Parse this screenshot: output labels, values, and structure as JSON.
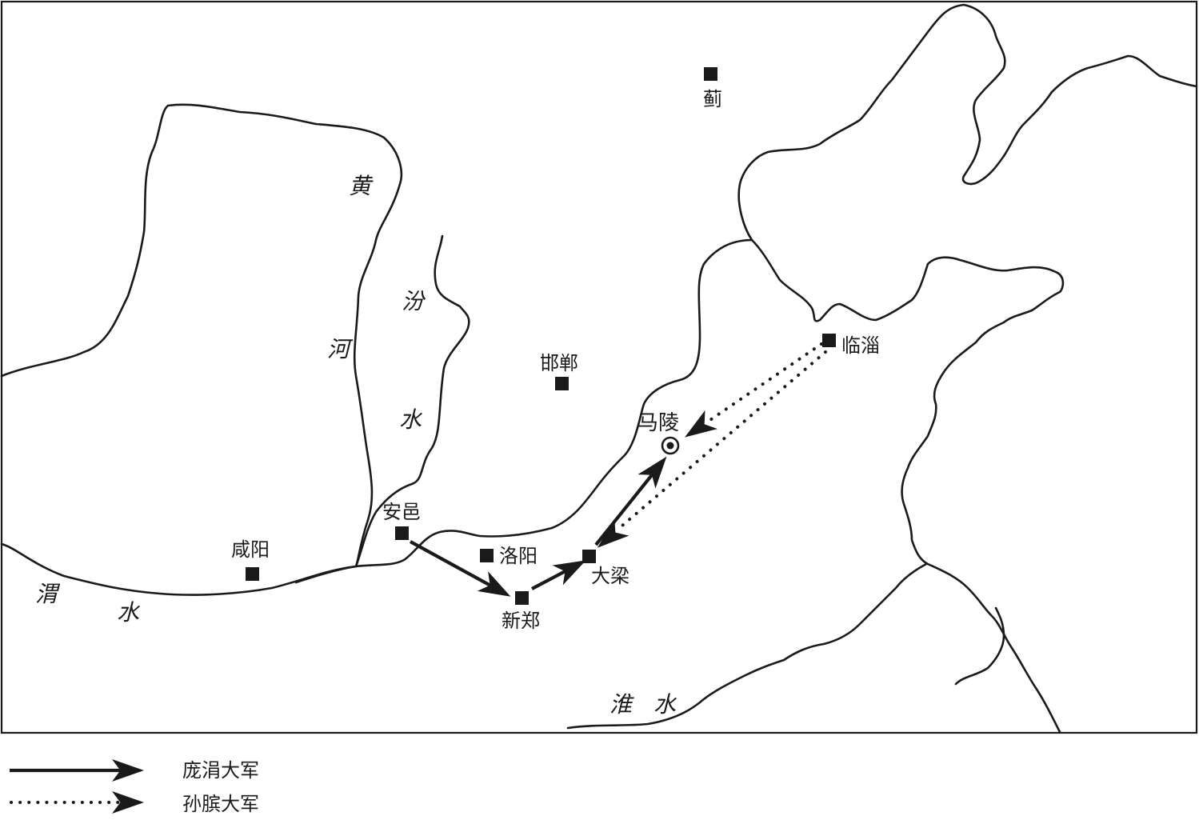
{
  "rivers": {
    "yellow_1": "黄",
    "yellow_2": "河",
    "fen_1": "汾",
    "fen_2": "水",
    "wei_1": "渭",
    "wei_2": "水",
    "huai_1": "淮",
    "huai_2": "水"
  },
  "cities": {
    "ji": "蓟",
    "handan": "邯郸",
    "linzi": "临淄",
    "maling": "马陵",
    "anyi": "安邑",
    "xianyang": "咸阳",
    "luoyang": "洛阳",
    "daliang": "大梁",
    "xinzheng": "新郑"
  },
  "legend": {
    "pang_juan": "庞涓大军",
    "sun_bin": "孙膑大军"
  }
}
